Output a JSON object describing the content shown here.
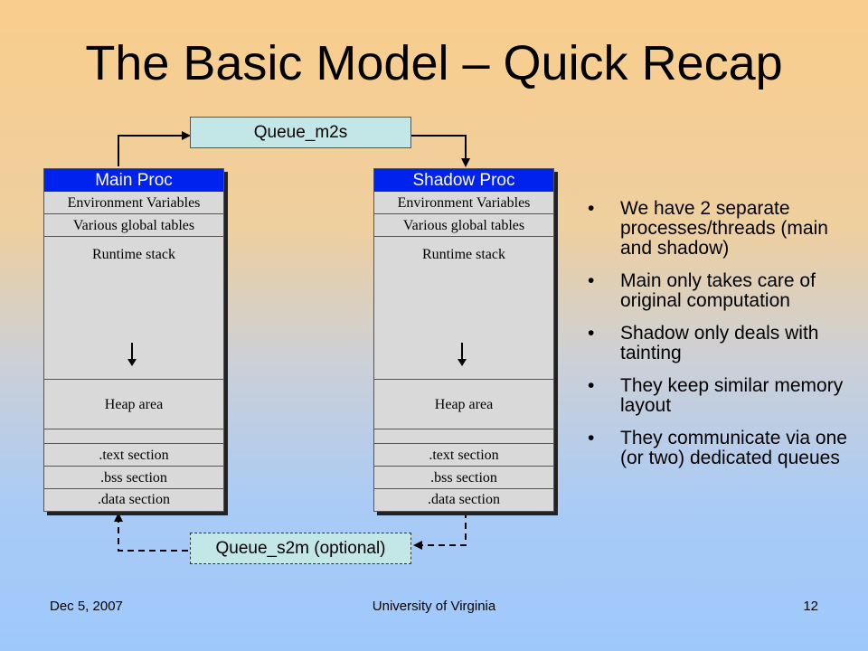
{
  "title": "The Basic Model – Quick Recap",
  "queue_m2s": "Queue_m2s",
  "queue_s2m": "Queue_s2m (optional)",
  "procs": [
    {
      "header": "Main Proc",
      "sections": [
        "Environment Variables",
        "Various global tables",
        "Runtime stack",
        "Heap area",
        ".text section",
        ".bss section",
        ".data section"
      ]
    },
    {
      "header": "Shadow Proc",
      "sections": [
        "Environment Variables",
        "Various global tables",
        "Runtime stack",
        "Heap area",
        ".text section",
        ".bss section",
        ".data section"
      ]
    }
  ],
  "bullets": [
    "We have 2 separate processes/threads (main and shadow)",
    "Main only takes care of original computation",
    "Shadow only deals with tainting",
    "They keep similar memory layout",
    "They communicate via one (or two) dedicated queues"
  ],
  "footer": {
    "date": "Dec 5, 2007",
    "org": "University of Virginia",
    "page": "12"
  },
  "colors": {
    "proc_header": "#0022ee",
    "queue_fill": "#c3e6e6"
  }
}
